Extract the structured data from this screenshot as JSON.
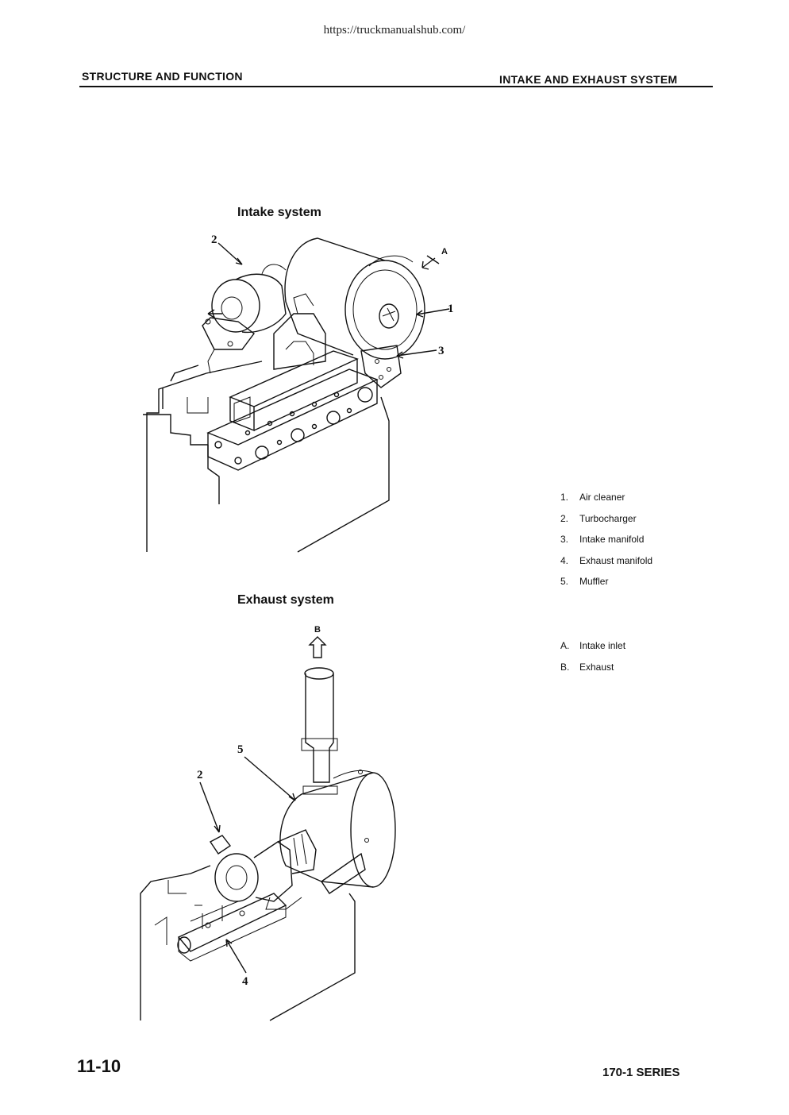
{
  "url": "https://truckmanualshub.com/",
  "header": {
    "left": "STRUCTURE AND FUNCTION",
    "right": "INTAKE AND EXHAUST SYSTEM"
  },
  "figures": {
    "intake": {
      "title": "Intake system",
      "callouts": {
        "c1": "1",
        "c2": "2",
        "c3": "3",
        "a": "A"
      }
    },
    "exhaust": {
      "title": "Exhaust system",
      "callouts": {
        "c2": "2",
        "c4": "4",
        "c5": "5",
        "b": "B"
      }
    }
  },
  "legend": {
    "parts": [
      {
        "key": "1.",
        "label": "Air cleaner"
      },
      {
        "key": "2.",
        "label": "Turbocharger"
      },
      {
        "key": "3.",
        "label": "Intake manifold"
      },
      {
        "key": "4.",
        "label": "Exhaust manifold"
      },
      {
        "key": "5.",
        "label": "Muffler"
      }
    ],
    "flows": [
      {
        "key": "A.",
        "label": "Intake inlet"
      },
      {
        "key": "B.",
        "label": "Exhaust"
      }
    ]
  },
  "footer": {
    "page_number": "11-10",
    "series": "170-1 SERIES"
  }
}
